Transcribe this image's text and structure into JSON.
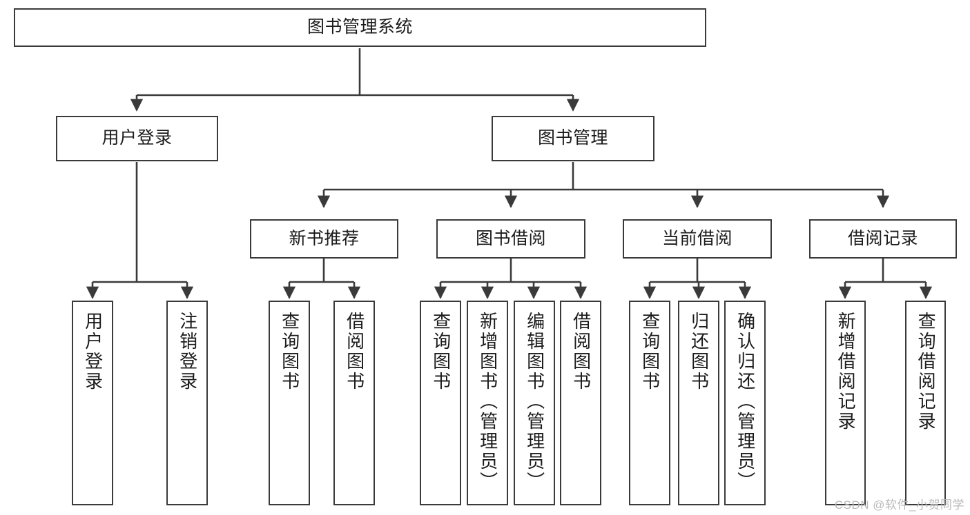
{
  "diagram": {
    "title": "图书管理系统",
    "type": "hierarchy-tree",
    "colors": {
      "stroke": "#3a3a3a",
      "fill": "#ffffff",
      "text": "#1b1b1b",
      "watermark": "#b9b9b9"
    },
    "levels": {
      "root": {
        "label": "图书管理系统"
      },
      "level1": [
        {
          "label": "用户登录"
        },
        {
          "label": "图书管理"
        }
      ],
      "level2": [
        {
          "label": "新书推荐"
        },
        {
          "label": "图书借阅"
        },
        {
          "label": "当前借阅"
        },
        {
          "label": "借阅记录"
        }
      ],
      "leaves": {
        "user_login": [
          {
            "label": "用户登录"
          },
          {
            "label": "注销登录"
          }
        ],
        "new_book_recommend": [
          {
            "label": "查询图书"
          },
          {
            "label": "借阅图书"
          }
        ],
        "book_borrow": [
          {
            "label": "查询图书"
          },
          {
            "label": "新增图书（管理员）"
          },
          {
            "label": "编辑图书（管理员）"
          },
          {
            "label": "借阅图书"
          }
        ],
        "current_borrow": [
          {
            "label": "查询图书"
          },
          {
            "label": "归还图书"
          },
          {
            "label": "确认归还（管理员）"
          }
        ],
        "borrow_record": [
          {
            "label": "新增借阅记录"
          },
          {
            "label": "查询借阅记录"
          }
        ]
      }
    }
  },
  "watermark": {
    "text": "CSDN @软件_小贺同学"
  }
}
